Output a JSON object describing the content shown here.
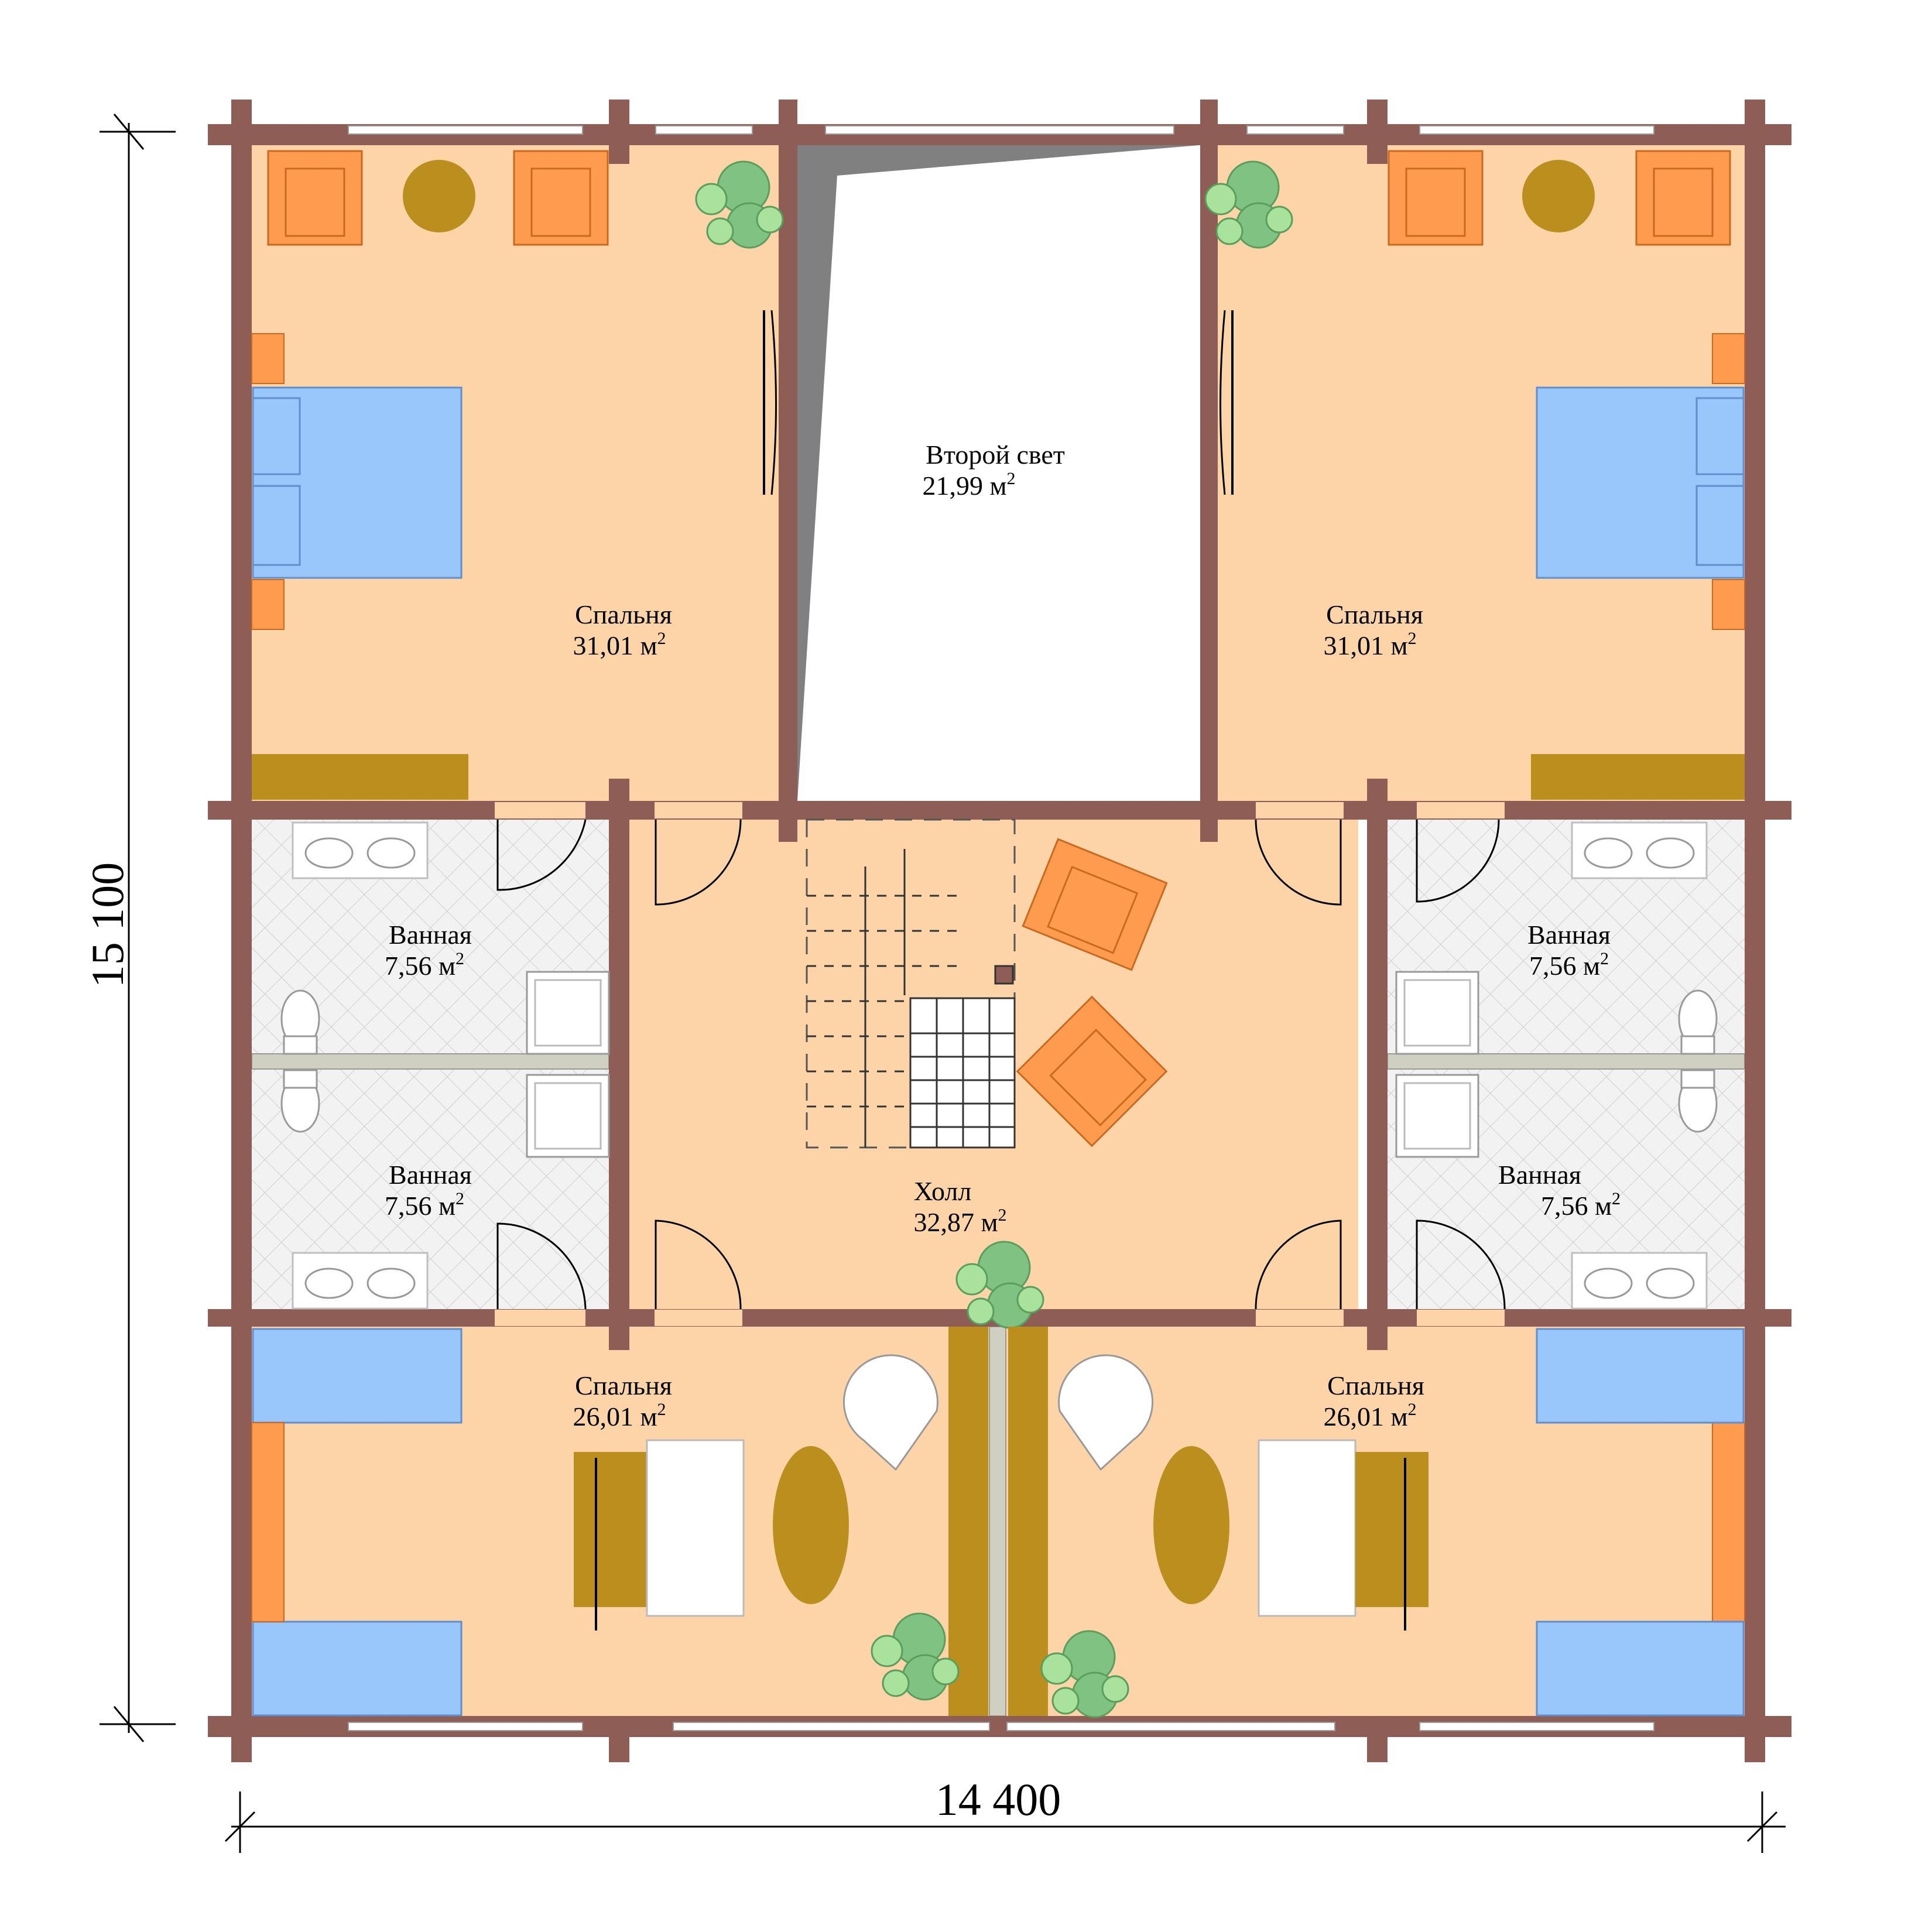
{
  "dimensions": {
    "width": "14 400",
    "height": "15 100"
  },
  "rooms": {
    "bedroom_top_left": {
      "name": "Спальня",
      "area": "31,01 м",
      "unit_exp": "2"
    },
    "bedroom_top_right": {
      "name": "Спальня",
      "area": "31,01 м",
      "unit_exp": "2"
    },
    "second_light": {
      "name": "Второй свет",
      "area": "21,99 м",
      "unit_exp": "2"
    },
    "bath_left_upper": {
      "name": "Ванная",
      "area": "7,56 м",
      "unit_exp": "2"
    },
    "bath_left_lower": {
      "name": "Ванная",
      "area": "7,56 м",
      "unit_exp": "2"
    },
    "bath_right_upper": {
      "name": "Ванная",
      "area": "7,56 м",
      "unit_exp": "2"
    },
    "bath_right_lower": {
      "name": "Ванная",
      "area": "7,56 м",
      "unit_exp": "2"
    },
    "hall": {
      "name": "Холл",
      "area": "32,87 м",
      "unit_exp": "2"
    },
    "bedroom_bottom_left": {
      "name": "Спальня",
      "area": "26,01 м",
      "unit_exp": "2"
    },
    "bedroom_bottom_right": {
      "name": "Спальня",
      "area": "26,01 м",
      "unit_exp": "2"
    }
  },
  "colors": {
    "floor": "#fdd3a8",
    "wall": "#8e5d55",
    "bed": "#99c6fb",
    "armchair": "#fe9b4f",
    "wood": "#bb8f1d",
    "plant": "#7fc282",
    "tile": "#eeeeee"
  }
}
